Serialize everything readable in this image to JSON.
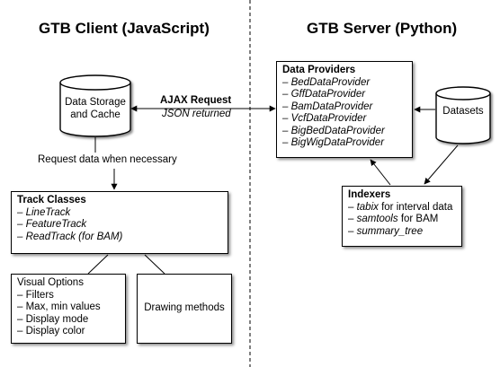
{
  "headings": {
    "client": "GTB Client (JavaScript)",
    "server": "GTB Server (Python)"
  },
  "data_storage": {
    "line1": "Data Storage",
    "line2": "and Cache"
  },
  "datasets": {
    "label": "Datasets"
  },
  "ajax": {
    "request": "AJAX Request",
    "returned": "JSON returned"
  },
  "request_note": "Request data when necessary",
  "data_providers": {
    "title": "Data Providers",
    "items": [
      "BedDataProvider",
      "GffDataProvider",
      "BamDataProvider",
      "VcfDataProvider",
      "BigBedDataProvider",
      "BigWigDataProvider"
    ]
  },
  "track_classes": {
    "title": "Track Classes",
    "items": [
      "LineTrack",
      "FeatureTrack",
      "ReadTrack (for BAM)"
    ]
  },
  "indexers": {
    "title": "Indexers",
    "items": [
      {
        "em": "tabix",
        "rest": " for interval data"
      },
      {
        "em": "samtools",
        "rest": " for BAM"
      },
      {
        "em": "summary_tree",
        "rest": ""
      }
    ]
  },
  "visual_options": {
    "title": "Visual Options",
    "items": [
      "Filters",
      "Max, min values",
      "Display mode",
      "Display color"
    ]
  },
  "drawing_methods": {
    "label": "Drawing methods"
  }
}
